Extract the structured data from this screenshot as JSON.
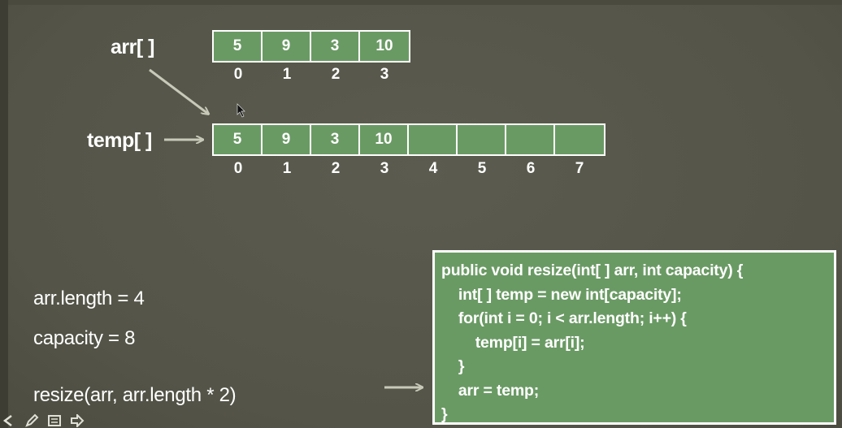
{
  "arr": {
    "label": "arr[ ]",
    "values": [
      "5",
      "9",
      "3",
      "10"
    ],
    "indices": [
      "0",
      "1",
      "2",
      "3"
    ]
  },
  "temp": {
    "label": "temp[ ]",
    "values": [
      "5",
      "9",
      "3",
      "10",
      "",
      "",
      "",
      ""
    ],
    "indices": [
      "0",
      "1",
      "2",
      "3",
      "4",
      "5",
      "6",
      "7"
    ]
  },
  "info": {
    "length": "arr.length = 4",
    "capacity": "capacity = 8",
    "call": "resize(arr, arr.length * 2)"
  },
  "code": {
    "lines": [
      "public void resize(int[ ] arr, int capacity) {",
      "    int[ ] temp = new int[capacity];",
      "    for(int i = 0; i < arr.length; i++) {",
      "        temp[i] = arr[i];",
      "    }",
      "    arr = temp;",
      "}"
    ]
  },
  "colors": {
    "background": "#56564a",
    "cell": "#6a9a64",
    "line": "#ffffff",
    "arrow": "#c9c9b9"
  },
  "toolbar": {
    "icons": [
      "arrow-left-icon",
      "pen-icon",
      "menu-icon",
      "arrow-right-icon"
    ]
  }
}
